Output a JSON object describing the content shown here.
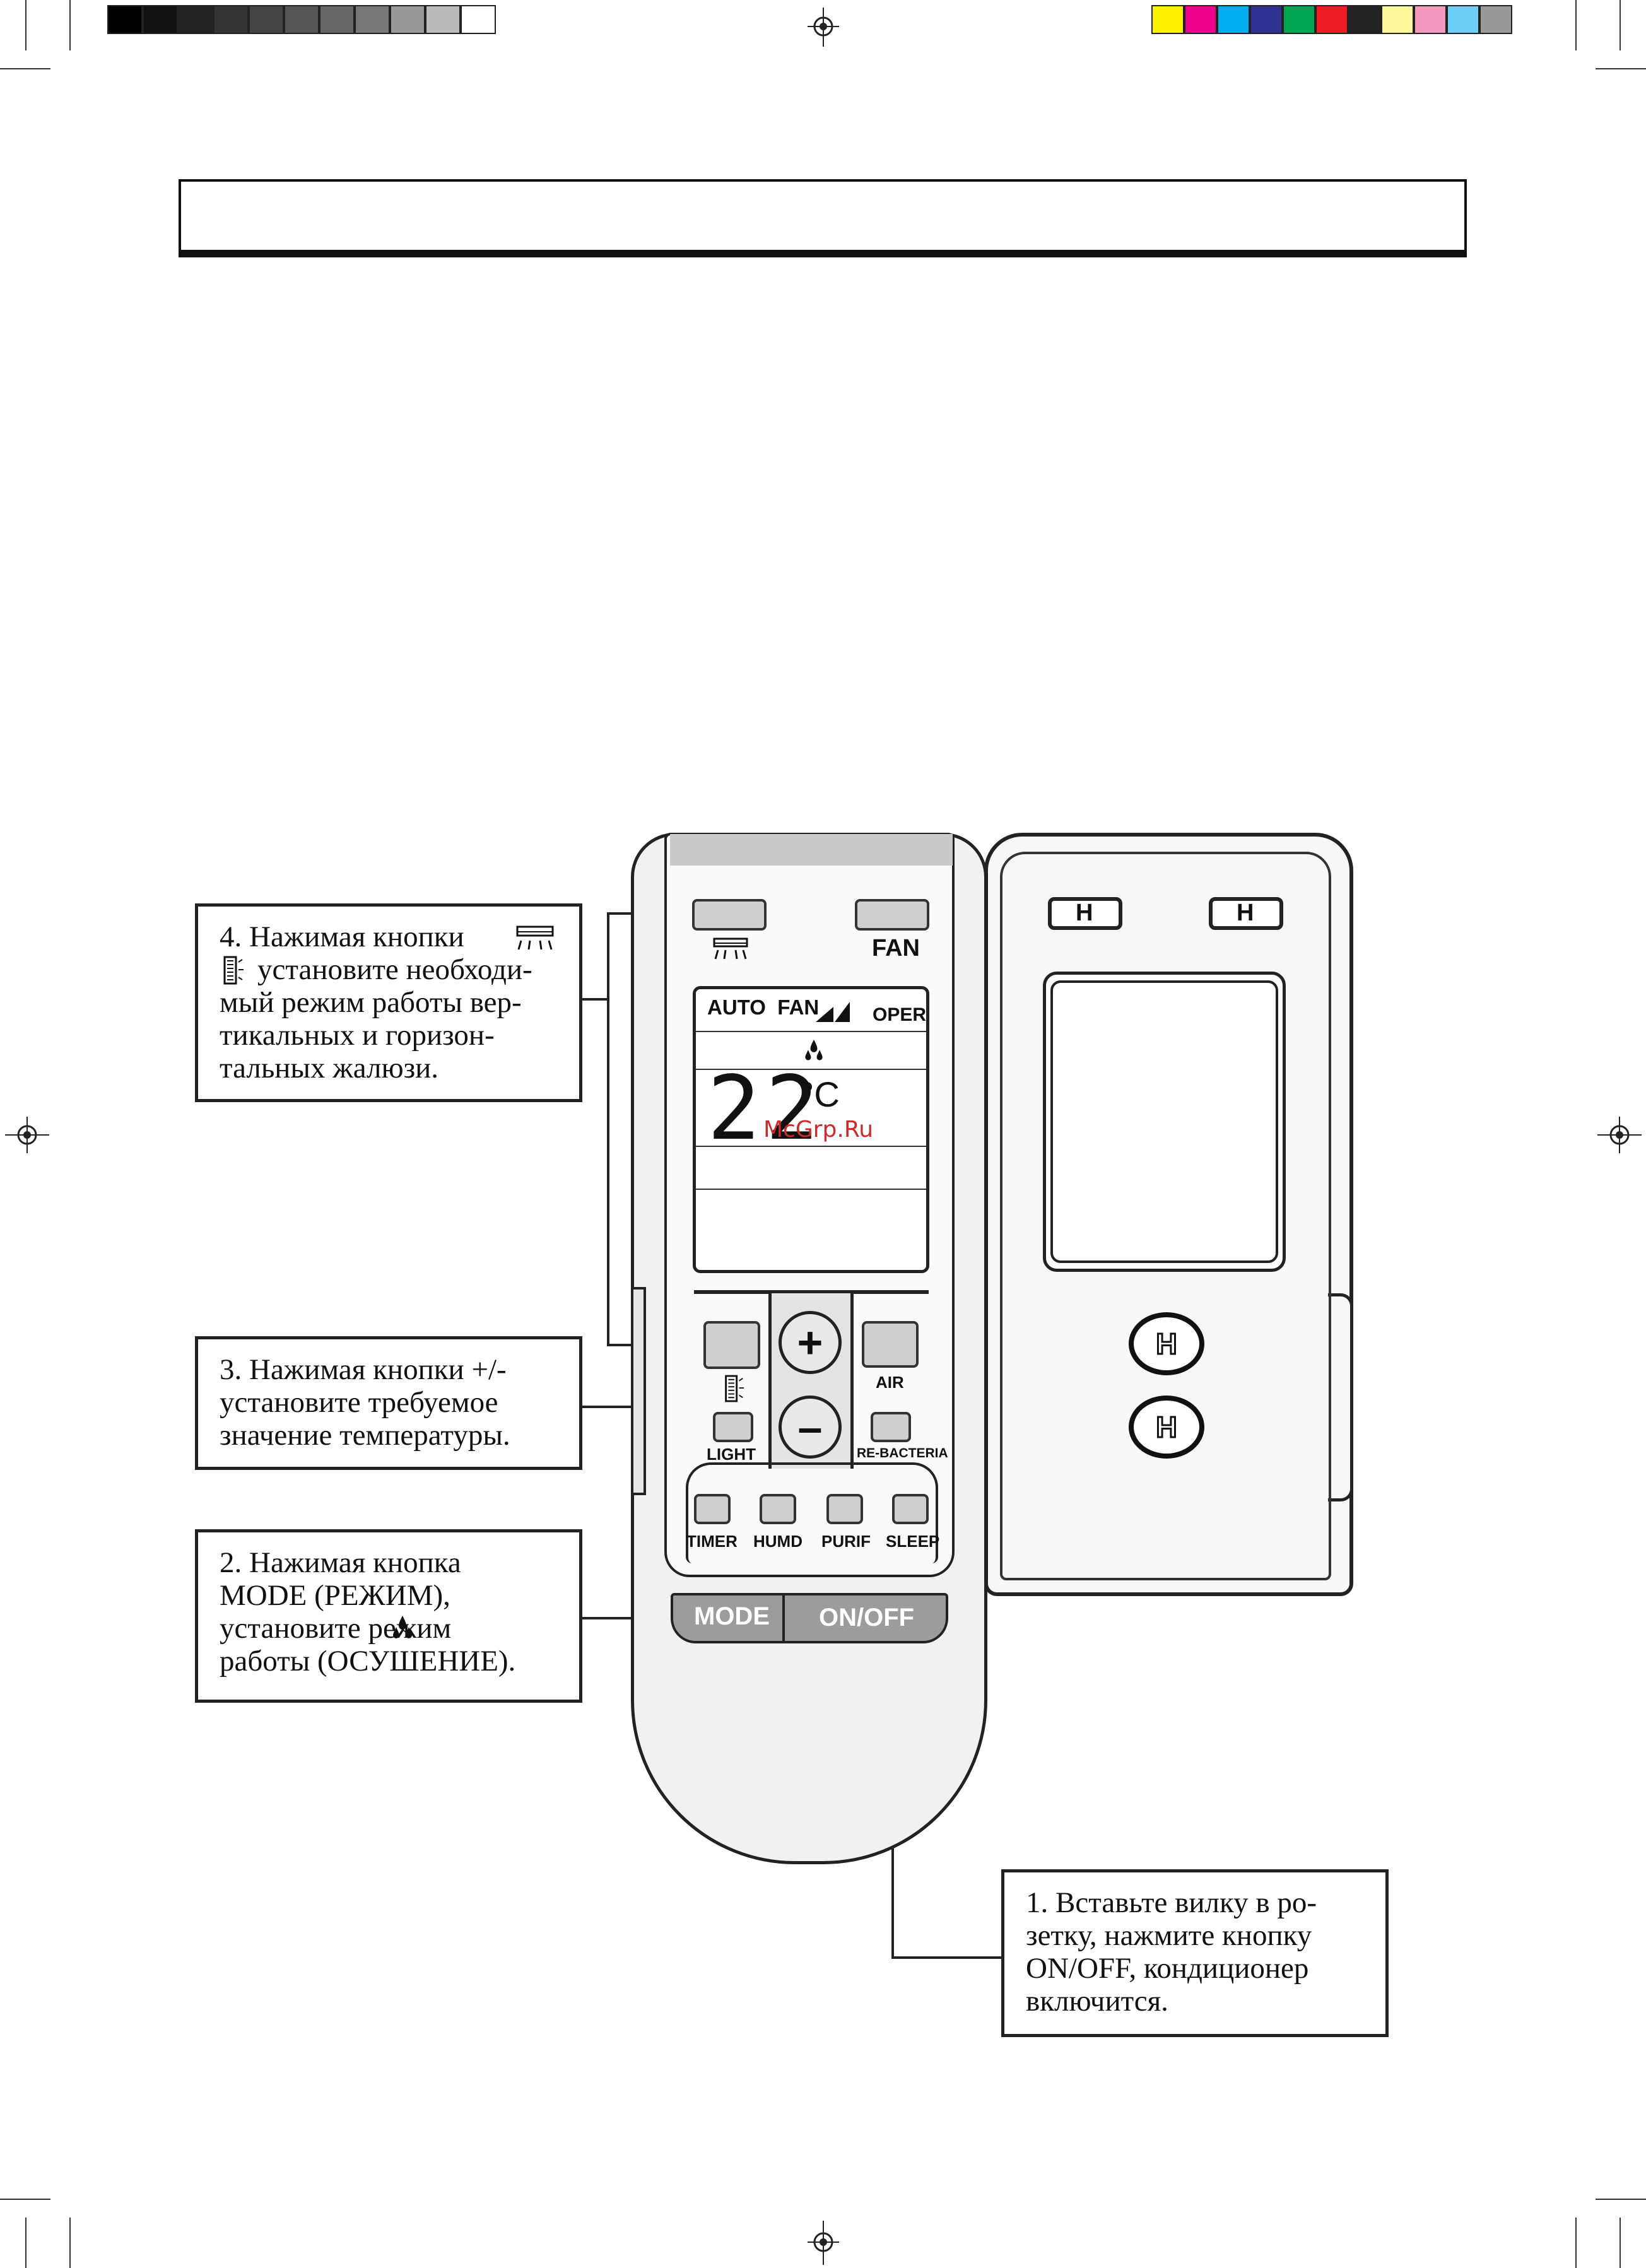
{
  "color_bars": {
    "grays": [
      "#000000",
      "#111111",
      "#222222",
      "#333333",
      "#555555",
      "#666666",
      "#888888",
      "#aaaaaa",
      "#cccccc",
      "#ffffff"
    ],
    "colors": [
      "#fff200",
      "#ec008c",
      "#00aeef",
      "#2e3192",
      "#00a651",
      "#ed1c24",
      "#222222",
      "#fff799",
      "#f49ac1",
      "#6dcff6",
      "#999999"
    ]
  },
  "header": {
    "title": ""
  },
  "callouts": {
    "step4": {
      "lines": [
        "4. Нажимая кнопки",
        "установите необходи-",
        "мый режим работы вер-",
        "тикальных и горизон-",
        "тальных жалюзи."
      ]
    },
    "step3": {
      "lines": [
        "3. Нажимая кнопки +/-",
        "установите требуемое",
        "значение температуры."
      ]
    },
    "step2": {
      "lines": [
        "2. Нажимая кнопка",
        "MODE (РЕЖИМ),",
        "установите режим",
        "работы (ОСУШЕНИЕ)."
      ]
    },
    "step1": {
      "lines": [
        "1. Вставьте вилку в ро-",
        "зетку, нажмите кнопку",
        "ON/OFF, кондиционер",
        "включится."
      ]
    }
  },
  "remote": {
    "fan_label": "FAN",
    "lcd": {
      "auto_fan": "AUTO  FAN",
      "oper": "OPER",
      "temperature": "22",
      "unit": "°C"
    },
    "plus_label": "+",
    "minus_label": "–",
    "air_label": "AIR",
    "light_label": "LIGHT",
    "rebacteria_label": "RE-BACTERIA",
    "row_labels": [
      "TIMER",
      "HUMD",
      "PURIF",
      "SLEEP"
    ],
    "mode_label": "MODE",
    "onoff_label": "ON/OFF"
  },
  "cover": {
    "hinge_letter": "H"
  },
  "watermark": "McGrp.Ru"
}
